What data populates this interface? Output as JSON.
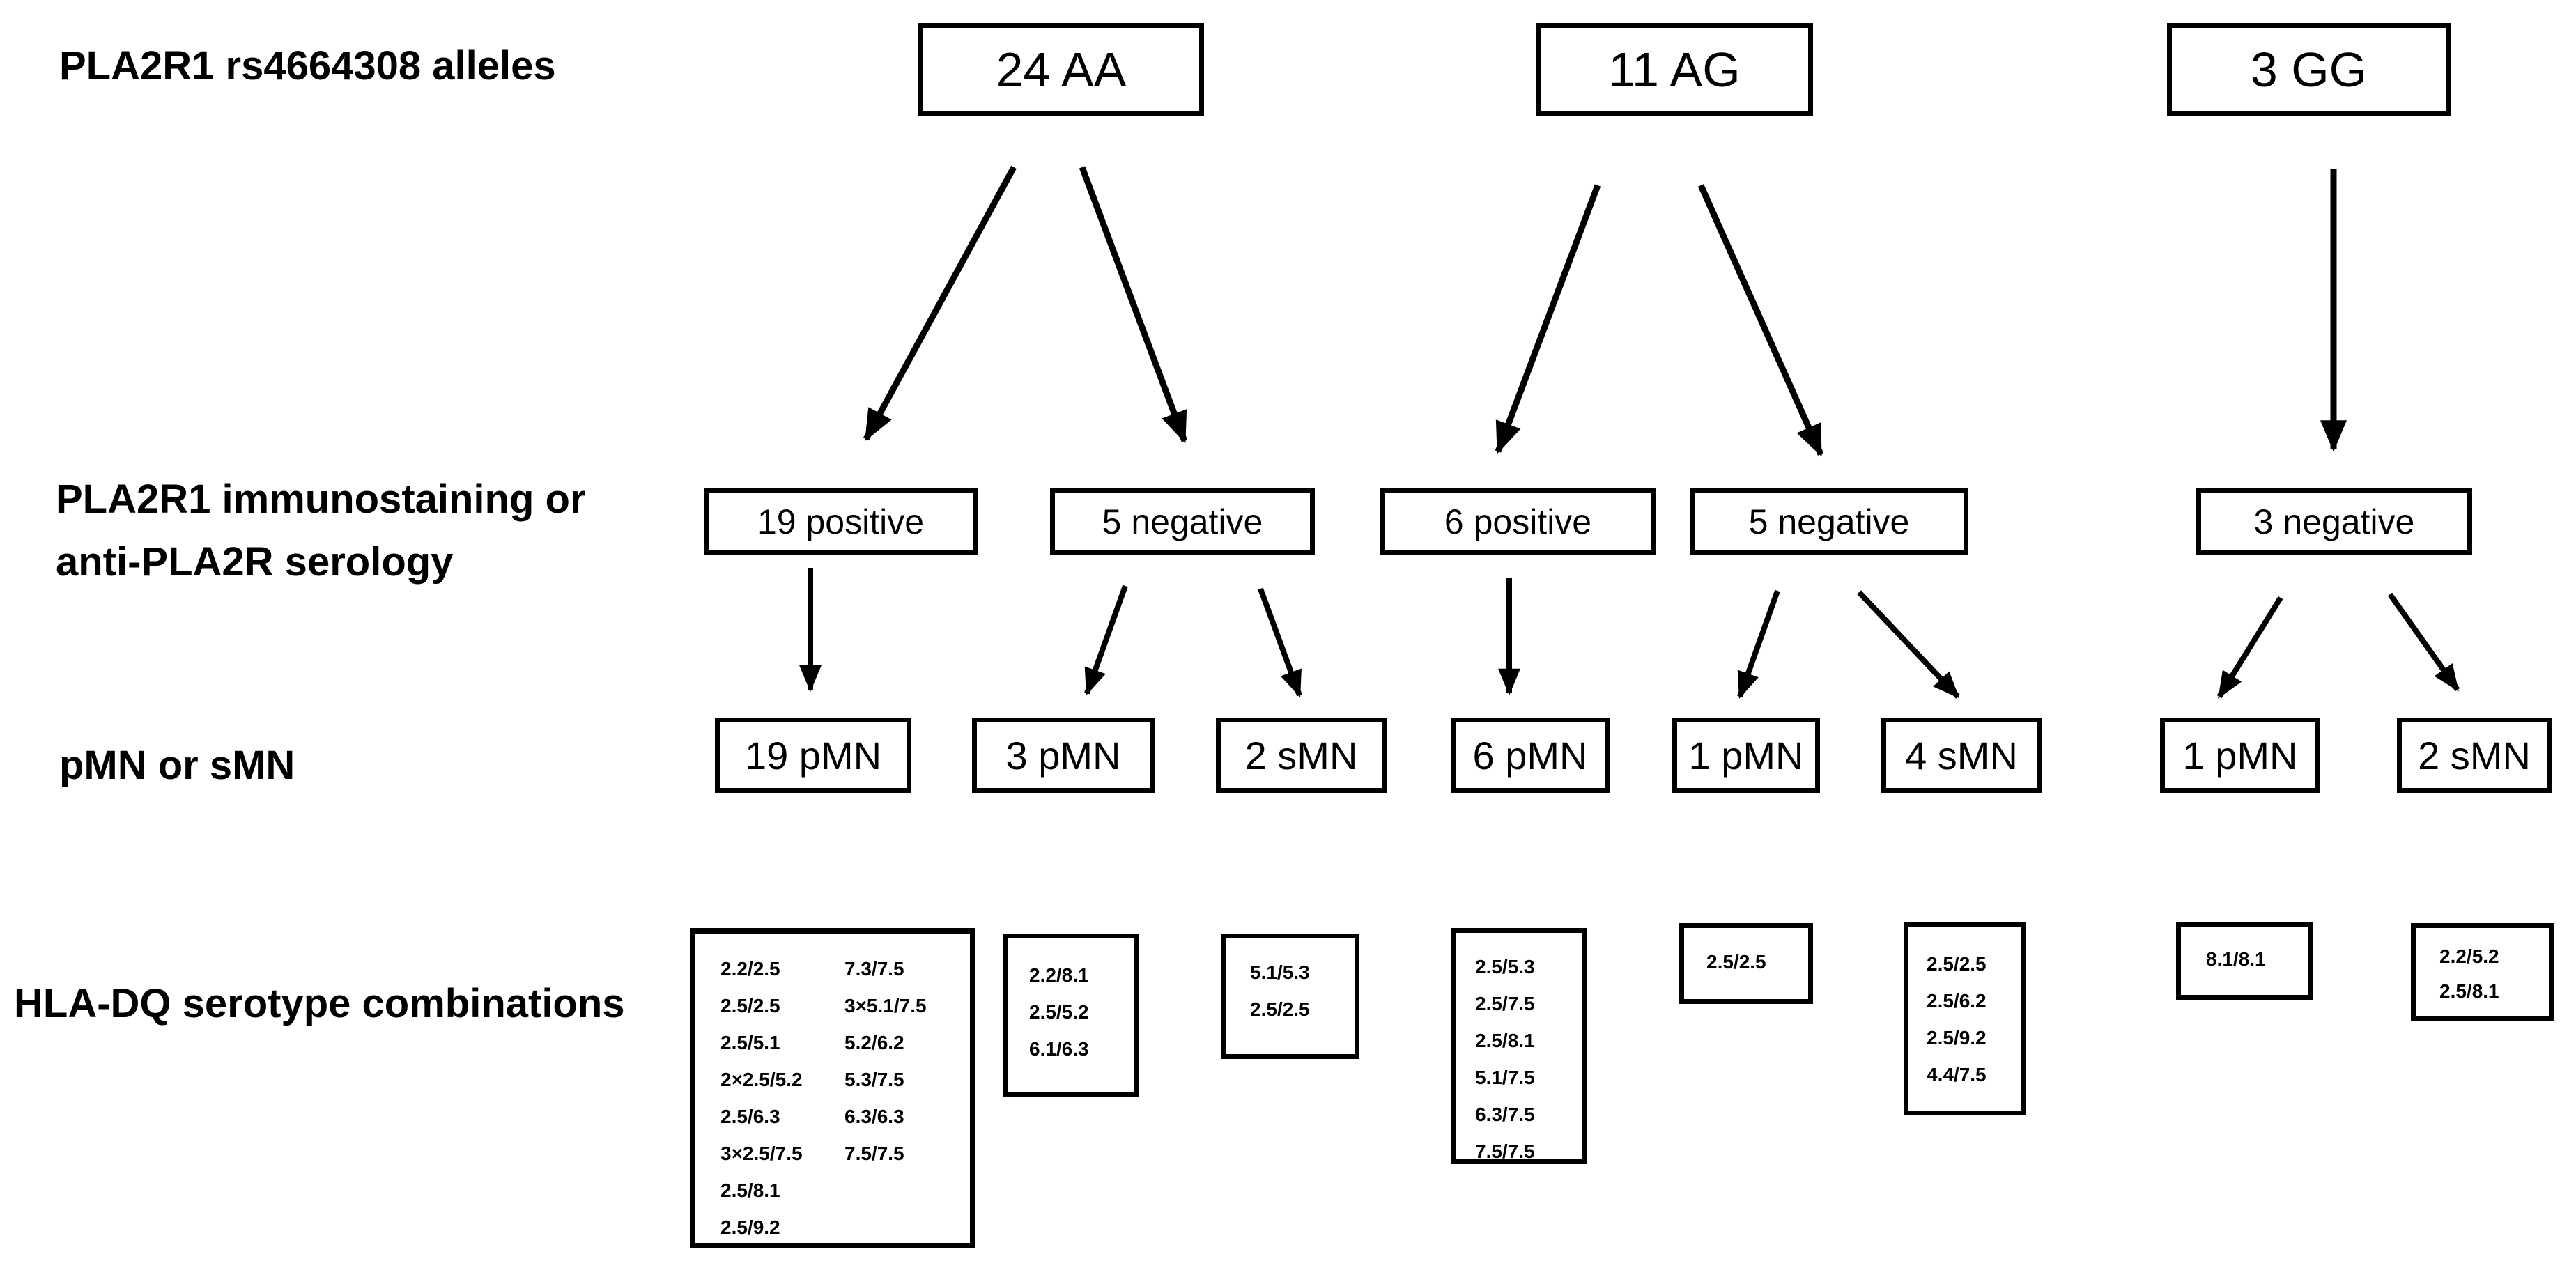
{
  "figure": {
    "background": "#ffffff",
    "line_color": "#000000",
    "text_color": "#000000"
  },
  "alleles": {
    "label": "PLA2R1 rs4664308 alleles",
    "nodes": [
      "24 AA",
      "11 AG",
      "3 GG"
    ]
  },
  "serology": {
    "label_line1": "PLA2R1 immunostaining or",
    "label_line2": "anti-PLA2R serology",
    "nodes": [
      "19 positive",
      "5 negative",
      "6 positive",
      "5 negative",
      "3 negative"
    ]
  },
  "outcome": {
    "label": "pMN or sMN",
    "nodes": [
      "19 pMN",
      "3 pMN",
      "2 sMN",
      "6 pMN",
      "1 pMN",
      "4 sMN",
      "1 pMN",
      "2 sMN"
    ]
  },
  "hla": {
    "label": "HLA-DQ serotype combinations",
    "aa_19pmn_col1": [
      "2.2/2.5",
      "2.5/2.5",
      "2.5/5.1",
      "2×2.5/5.2",
      "2.5/6.3",
      "3×2.5/7.5",
      "2.5/8.1",
      "2.5/9.2"
    ],
    "aa_19pmn_col2": [
      "7.3/7.5",
      "3×5.1/7.5",
      "5.2/6.2",
      "5.3/7.5",
      "6.3/6.3",
      "7.5/7.5"
    ],
    "aa_3pmn": [
      "2.2/8.1",
      "2.5/5.2",
      "6.1/6.3"
    ],
    "aa_2smn": [
      "5.1/5.3",
      "2.5/2.5"
    ],
    "ag_6pmn": [
      "2.5/5.3",
      "2.5/7.5",
      "2.5/8.1",
      "5.1/7.5",
      "6.3/7.5",
      "7.5/7.5"
    ],
    "ag_1pmn": [
      "2.5/2.5"
    ],
    "ag_4smn": [
      "2.5/2.5",
      "2.5/6.2",
      "2.5/9.2",
      "4.4/7.5"
    ],
    "gg_1pmn": [
      "8.1/8.1"
    ],
    "gg_2smn": [
      "2.2/5.2",
      "2.5/8.1"
    ]
  }
}
